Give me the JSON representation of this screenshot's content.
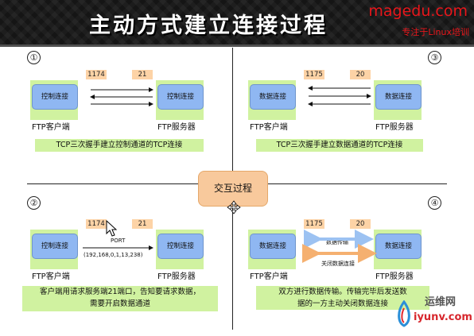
{
  "header": {
    "title": "主动方式建立连接过程",
    "brand": "magedu.com",
    "slogan": "专注于Linux培训"
  },
  "center": {
    "label": "交互过程"
  },
  "q1": {
    "num": "①",
    "client_host": "控制连接",
    "server_host": "控制连接",
    "client_port": "1174",
    "server_port": "21",
    "client_label": "FTP客户端",
    "server_label": "FTP服务器",
    "note": "TCP三次握手建立控制通道的TCP连接"
  },
  "q2": {
    "num": "②",
    "client_host": "控制连接",
    "server_host": "控制连接",
    "client_port": "1174",
    "server_port": "21",
    "client_label": "FTP客户端",
    "server_label": "FTP服务器",
    "port_cmd": "PORT",
    "port_addr": "(192,168,0,1,13,238)",
    "note_line1": "客户端用请求服务端21端口，告知要请求数据，",
    "note_line2": "需要开启数据通道"
  },
  "q3": {
    "num": "③",
    "client_host": "数据连接",
    "server_host": "数据连接",
    "client_port": "1175",
    "server_port": "20",
    "client_label": "FTP客户端",
    "server_label": "FTP服务器",
    "note": "TCP三次握手建立数据通道的TCP连接"
  },
  "q4": {
    "num": "④",
    "client_host": "数据连接",
    "server_host": "数据连接",
    "client_port": "1175",
    "server_port": "20",
    "client_label": "FTP客户端",
    "server_label": "FTP服务器",
    "transfer_label": "数据传输",
    "close_label": "关闭数据连接",
    "note_line1": "双方进行数据传输。传输完毕后发送数",
    "note_line2": "据的一方主动关闭数据连接"
  },
  "watermark": {
    "cn": "运维网",
    "url": "iyunv.com"
  },
  "colors": {
    "host_bg": "#d0f2a0",
    "host_box": "#8fb7f2",
    "port_bg": "#fdd3a6",
    "center_bg": "#f8c99c",
    "brand": "#e8161b",
    "header": "#151515"
  }
}
